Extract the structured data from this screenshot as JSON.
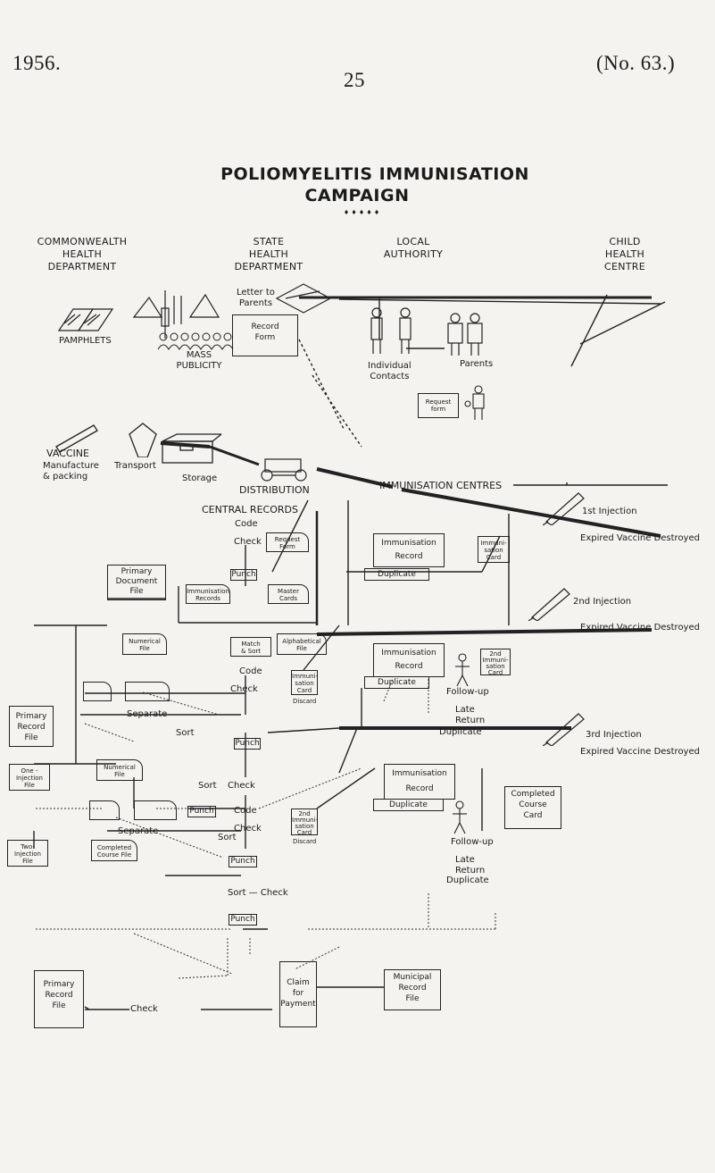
{
  "page": {
    "year": "1956.",
    "issue": "(No. 63.)",
    "page_number": "25"
  },
  "title": {
    "line1": "POLIOMYELITIS IMMUNISATION",
    "line2": "CAMPAIGN",
    "ornament": "♦ ♦ ♦ ♦ ♦"
  },
  "columns": [
    {
      "line1": "COMMONWEALTH",
      "line2": "HEALTH",
      "line3": "DEPARTMENT"
    },
    {
      "line1": "STATE",
      "line2": "HEALTH",
      "line3": "DEPARTMENT"
    },
    {
      "line1": "",
      "line2": "LOCAL",
      "line3": "AUTHORITY"
    },
    {
      "line1": "CHILD",
      "line2": "HEALTH",
      "line3": "CENTRE"
    }
  ],
  "publicity": {
    "pamphlets": "PAMPHLETS",
    "mass_publicity_1": "MASS",
    "mass_publicity_2": "PUBLICITY",
    "letter_1": "Letter to",
    "letter_2": "Parents",
    "record_form_1": "Record",
    "record_form_2": "Form",
    "individual_1": "Individual",
    "individual_2": "Contacts",
    "parents": "Parents",
    "request_form_1": "Request",
    "request_form_2": "form"
  },
  "vaccine": {
    "vaccine": "VACCINE",
    "manufacture_1": "Manufacture",
    "manufacture_2": "& packing",
    "transport": "Transport",
    "storage": "Storage",
    "distribution": "DISTRIBUTION",
    "centres": "IMMUNISATION CENTRES"
  },
  "injections": {
    "first": "1st Injection",
    "second": "2nd Injection",
    "third": "3rd Injection",
    "expired": "Expired Vaccine Destroyed"
  },
  "records": {
    "central": "CENTRAL RECORDS",
    "code": "Code",
    "check": "Check",
    "request_1": "Request",
    "request_2": "Form",
    "primary_doc_1": "Primary",
    "primary_doc_2": "Document",
    "primary_doc_3": "File",
    "punch": "Punch",
    "imm_records_1": "Immunisation",
    "imm_records_2": "Records",
    "master_1": "Master",
    "master_2": "Cards",
    "numerical_1": "Numerical",
    "numerical_2": "File",
    "match_1": "Match",
    "match_2": "& Sort",
    "alpha_1": "Alphabetical",
    "alpha_2": "File",
    "primary_rec_1": "Primary",
    "primary_rec_2": "Record",
    "primary_rec_3": "File",
    "separate": "Separate",
    "sort": "Sort",
    "card_1": "Immuni-",
    "card_2": "sation",
    "card_3": "Card",
    "card2nd_1": "2nd",
    "discard": "Discard",
    "one_inj_1": "One -",
    "one_inj_2": "Injection",
    "one_inj_3": "File",
    "two_inj_1": "Two-",
    "two_inj_2": "Injection",
    "two_inj_3": "File",
    "completed_file_1": "Completed",
    "completed_file_2": "Course File",
    "sort_check": "Sort — Check",
    "sort_check2": "Sort",
    "check_word": "Check"
  },
  "centre_records": {
    "imm_record_1": "Immunisation",
    "imm_record_2": "Record",
    "duplicate": "Duplicate",
    "follow_up": "Follow-up",
    "late_1": "Late",
    "late_2": "Return",
    "completed_card_1": "Completed",
    "completed_card_2": "Course",
    "completed_card_3": "Card"
  },
  "bottom": {
    "primary_1": "Primary",
    "primary_2": "Record",
    "primary_3": "File",
    "check": "Check",
    "claim_1": "Claim",
    "claim_2": "for",
    "claim_3": "Payment",
    "municipal_1": "Municipal",
    "municipal_2": "Record",
    "municipal_3": "File"
  }
}
